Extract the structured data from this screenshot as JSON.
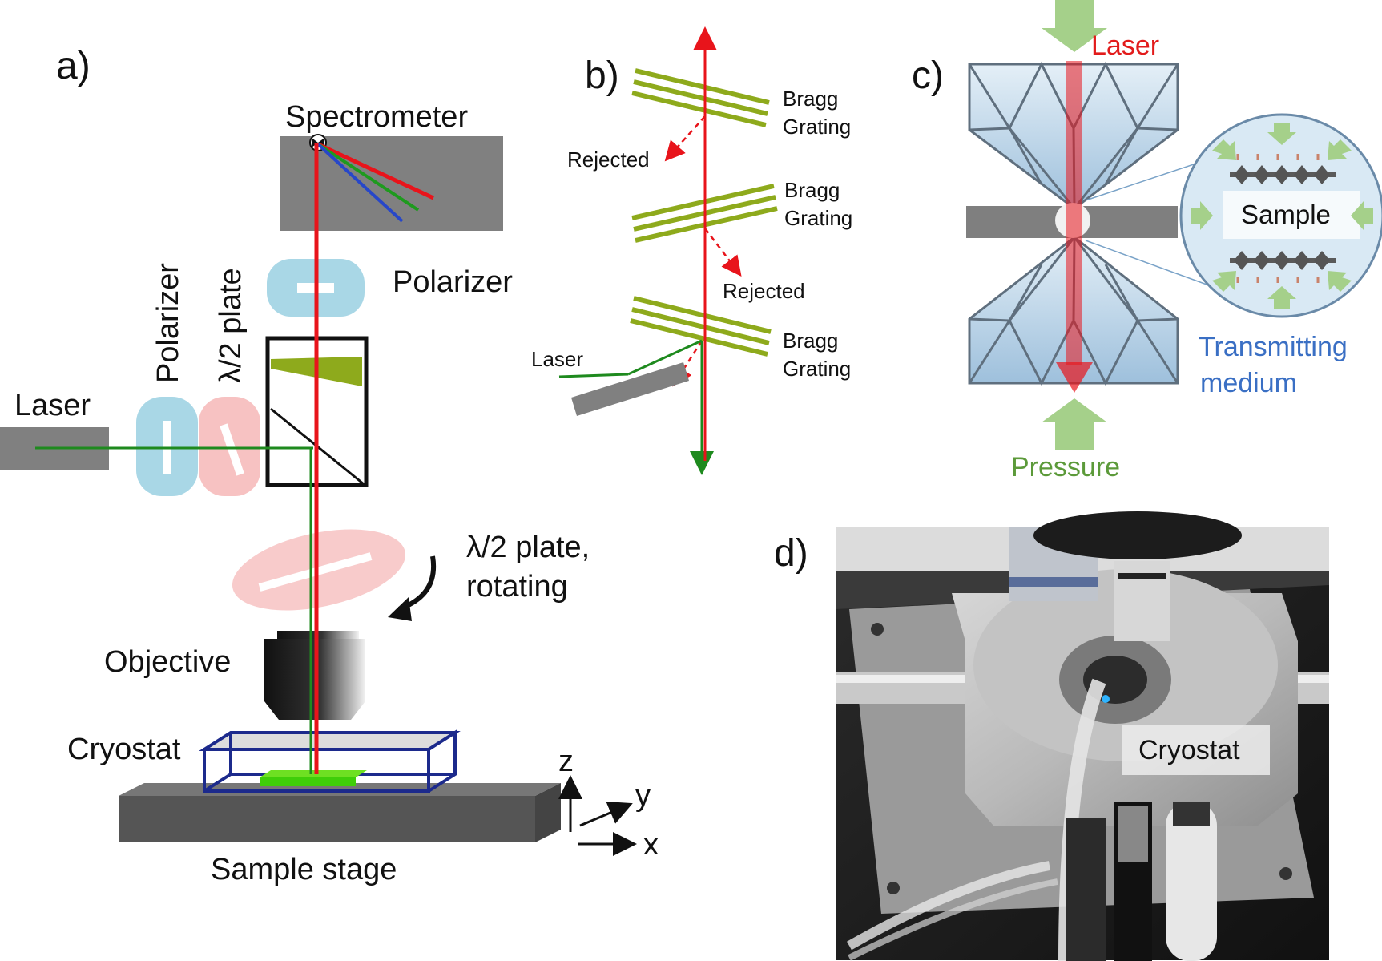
{
  "panels": {
    "a": {
      "label": "a)",
      "spectrometer": "Spectrometer",
      "polarizer_right": "Polarizer",
      "polarizer_left": "Polarizer",
      "half_wave_plate": "λ/2 plate",
      "laser": "Laser",
      "rotating_plate_line1": "λ/2 plate,",
      "rotating_plate_line2": "rotating",
      "objective": "Objective",
      "cryostat": "Cryostat",
      "sample_stage": "Sample stage",
      "axis_z": "z",
      "axis_y": "y",
      "axis_x": "x"
    },
    "b": {
      "label": "b)",
      "bragg_line1": "Bragg",
      "bragg_line2": "Grating",
      "rejected": "Rejected",
      "laser": "Laser"
    },
    "c": {
      "label": "c)",
      "laser": "Laser",
      "sample": "Sample",
      "transmitting_line1": "Transmitting",
      "transmitting_line2": "medium",
      "pressure": "Pressure"
    },
    "d": {
      "label": "d)",
      "cryostat": "Cryostat"
    }
  },
  "colors": {
    "laser_red": "#e8141b",
    "laser_green": "#1e8a1e",
    "polarizer_blue": "#a9d7e6",
    "waveplate_pink": "#f7c2c2",
    "grating_green": "#8eaa1c",
    "pressure_green": "#a5d08a",
    "stage_gray": "#555555",
    "cryostat_blue": "#1c2a8c"
  }
}
